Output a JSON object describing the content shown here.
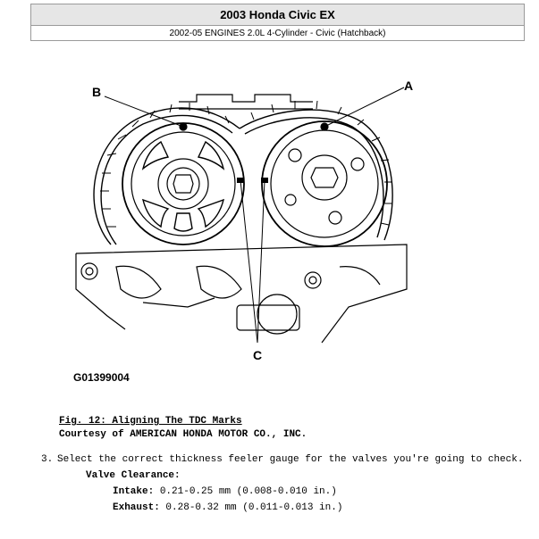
{
  "header": {
    "title": "2003 Honda Civic EX",
    "subtitle": "2002-05 ENGINES 2.0L 4-Cylinder - Civic (Hatchback)"
  },
  "figure": {
    "callouts": {
      "a": "A",
      "b": "B",
      "c": "C"
    },
    "figure_id": "G01399004"
  },
  "caption": {
    "title": "Fig. 12: Aligning The TDC Marks",
    "credit": "Courtesy of AMERICAN HONDA MOTOR CO., INC."
  },
  "step": {
    "number": "3.",
    "text": "Select the correct thickness feeler gauge for the valves you're going to check.",
    "clearance_label": "Valve Clearance:",
    "specs": [
      {
        "label": "Intake:",
        "value": "0.21-0.25 mm (0.008-0.010 in.)"
      },
      {
        "label": "Exhaust:",
        "value": "0.28-0.32 mm (0.011-0.013 in.)"
      }
    ]
  }
}
